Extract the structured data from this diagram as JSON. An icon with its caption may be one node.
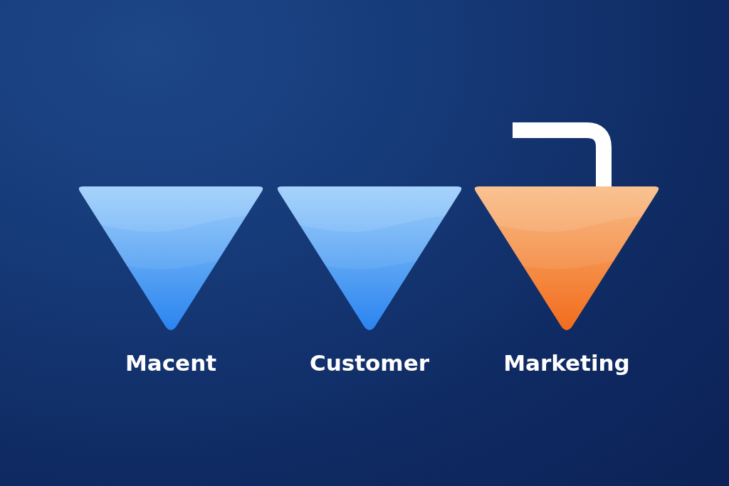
{
  "diagram": {
    "nodes": [
      {
        "text": [
          "Macent"
        ]
      },
      {
        "text": [
          "Customer"
        ]
      },
      {
        "text": [
          "Marketing"
        ]
      }
    ],
    "edges": [
      {
        "from": null,
        "to": 2,
        "arrow": "none"
      }
    ]
  }
}
